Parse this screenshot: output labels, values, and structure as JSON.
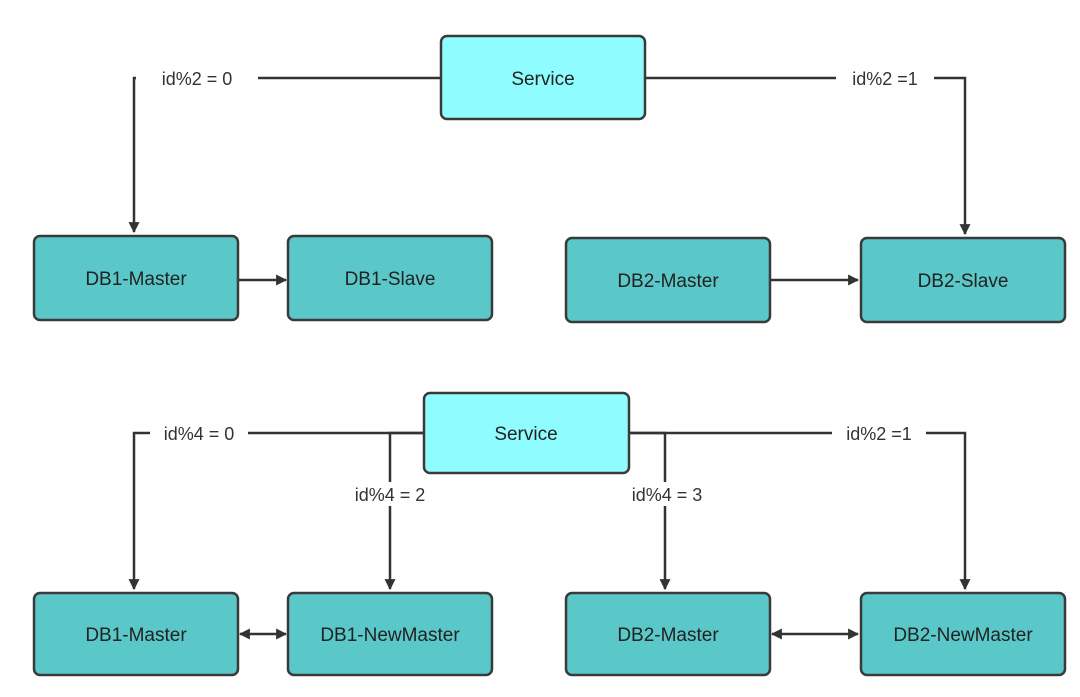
{
  "colors": {
    "service_fill": "#8ffcff",
    "db_fill": "#5ac8c8",
    "border": "#3a3a3a",
    "line": "#333333"
  },
  "top": {
    "service": "Service",
    "db1_master": "DB1-Master",
    "db1_slave": "DB1-Slave",
    "db2_master": "DB2-Master",
    "db2_slave": "DB2-Slave",
    "rule_left": "id%2 = 0",
    "rule_right": "id%2 =1"
  },
  "bottom": {
    "service": "Service",
    "db1_master": "DB1-Master",
    "db1_newmaster": "DB1-NewMaster",
    "db2_master": "DB2-Master",
    "db2_newmaster": "DB2-NewMaster",
    "rule_0": "id%4 = 0",
    "rule_2": "id%4 = 2",
    "rule_3": "id%4 = 3",
    "rule_1": "id%2 =1"
  }
}
